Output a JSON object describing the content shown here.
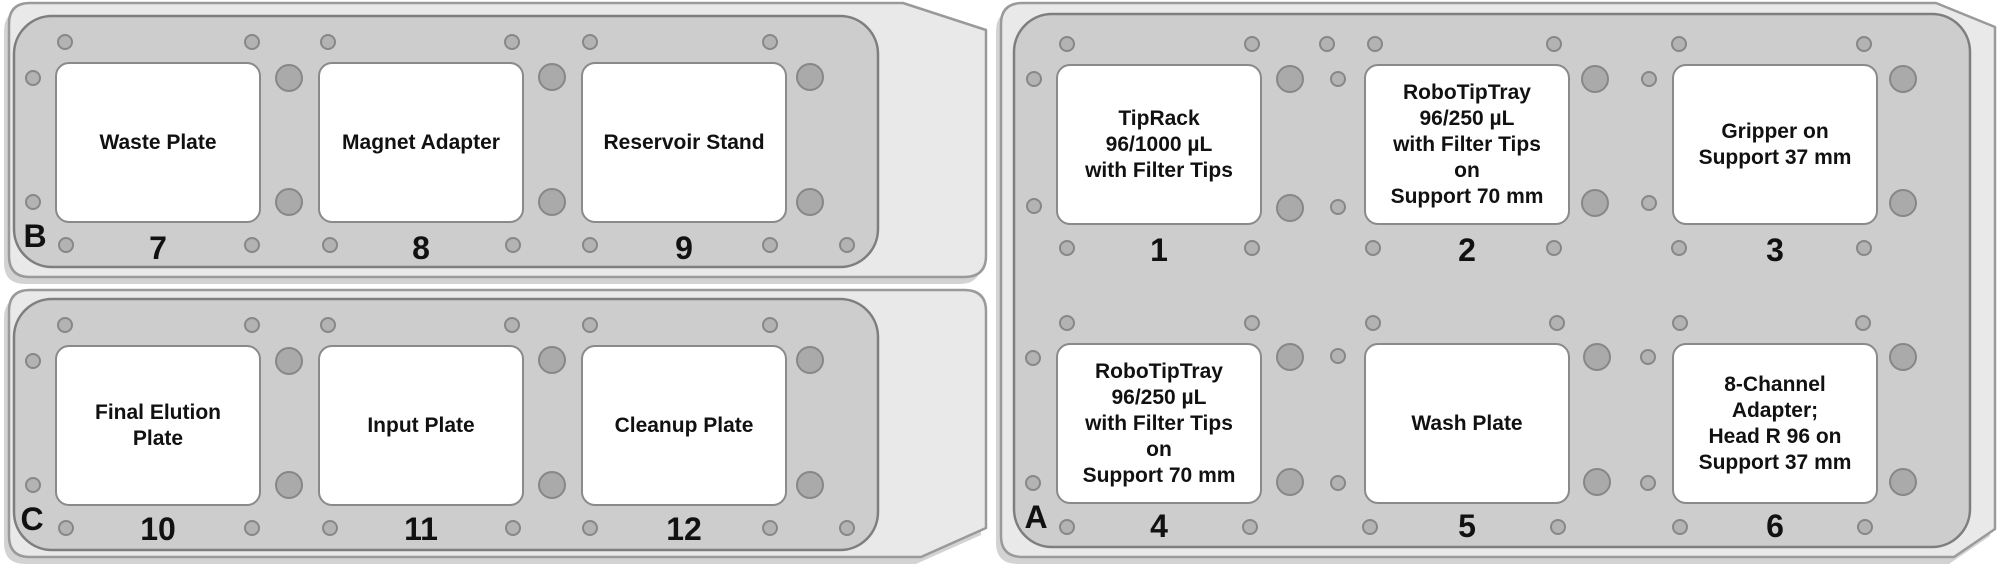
{
  "diagram": "Liquid handler deck layout",
  "colors": {
    "panel_fill": "#e9e9e9",
    "panel_border": "#9a9a9a",
    "tray_fill": "#cdcdcd",
    "tray_border": "#7e7e7e",
    "plate_fill": "#ffffff",
    "plate_border": "#8a8a8a",
    "pin_small_fill": "#b3b3b3",
    "pin_large_fill": "#aaaaaa",
    "pin_border": "#878787",
    "shadow": "#d3d3d3",
    "text": "#111111",
    "page_bg": "#ffffff"
  },
  "sections": [
    {
      "letter": "B",
      "slots": [
        {
          "number": "7",
          "label": "Waste Plate"
        },
        {
          "number": "8",
          "label": "Magnet Adapter"
        },
        {
          "number": "9",
          "label": "Reservoir Stand"
        }
      ]
    },
    {
      "letter": "C",
      "slots": [
        {
          "number": "10",
          "label": "Final Elution\nPlate"
        },
        {
          "number": "11",
          "label": "Input Plate"
        },
        {
          "number": "12",
          "label": "Cleanup Plate"
        }
      ]
    },
    {
      "letter": "A",
      "slots": [
        {
          "number": "1",
          "label": "TipRack\n96/1000 µL\nwith Filter Tips"
        },
        {
          "number": "2",
          "label": "RoboTipTray\n96/250 µL\nwith Filter Tips\non\nSupport 70 mm"
        },
        {
          "number": "3",
          "label": "Gripper on\nSupport 37 mm"
        },
        {
          "number": "4",
          "label": "RoboTipTray\n96/250 µL\nwith Filter Tips\non\nSupport 70 mm"
        },
        {
          "number": "5",
          "label": "Wash Plate"
        },
        {
          "number": "6",
          "label": "8-Channel\nAdapter;\nHead R 96 on\nSupport 37 mm"
        }
      ]
    }
  ]
}
